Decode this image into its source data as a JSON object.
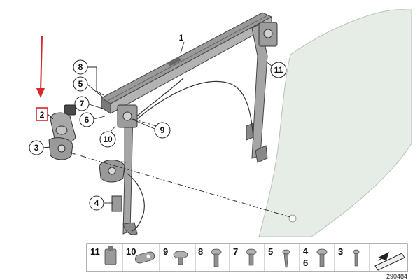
{
  "diagram": {
    "callouts": {
      "c1": "1",
      "c2": "2",
      "c3": "3",
      "c4": "4",
      "c5": "5",
      "c6": "6",
      "c7": "7",
      "c8": "8",
      "c9": "9",
      "c10": "10",
      "c11": "11"
    },
    "legend": {
      "l11": "11",
      "l10": "10",
      "l9": "9",
      "l8": "8",
      "l7": "7",
      "l5": "5",
      "l4": "4",
      "l6": "6",
      "l3": "3"
    },
    "reference_number": "290484",
    "colors": {
      "marker_arrow": "#d9262c",
      "glass_fill": "#e8eee8",
      "rail": "#8c8c8c",
      "rail_dark": "#555555"
    }
  }
}
